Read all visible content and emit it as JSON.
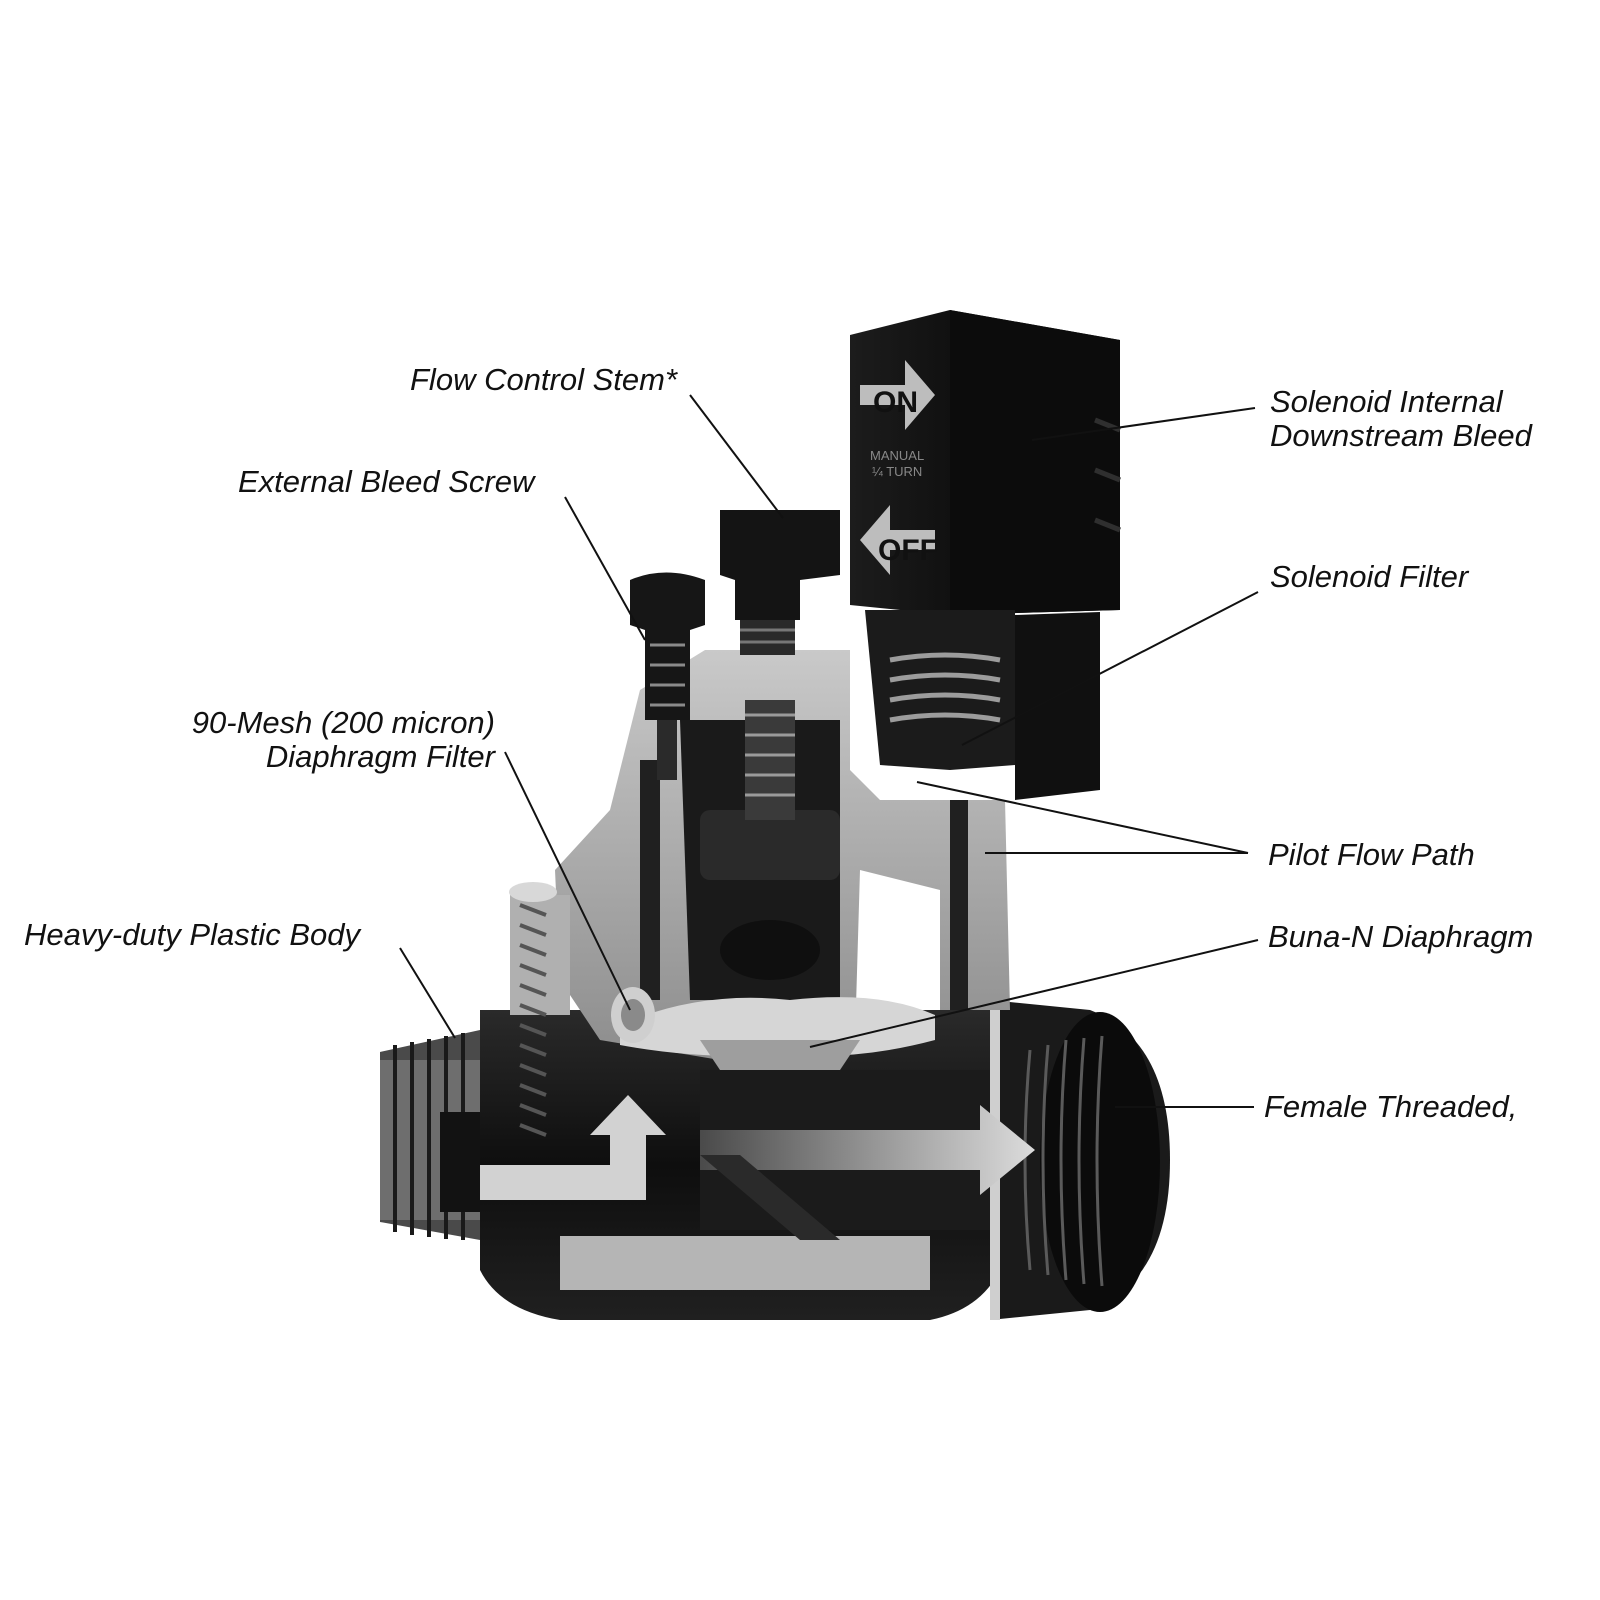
{
  "diagram": {
    "colors": {
      "body_dark": "#141414",
      "body_mid": "#3c3c3c",
      "body_light": "#8a8a8a",
      "cutaway": "#b8b8b8",
      "highlight": "#e6e6e6",
      "leader": "#111111",
      "text": "#111111"
    },
    "solenoid": {
      "on_text": "ON",
      "off_text": "OFF",
      "manual_text": [
        "MANUAL",
        "¼ TURN"
      ]
    },
    "labels": {
      "flow_control_stem": "Flow Control Stem*",
      "external_bleed_screw": "External Bleed Screw",
      "mesh_filter_line1": "90-Mesh (200 micron)",
      "mesh_filter_line2": "Diaphragm Filter",
      "plastic_body": "Heavy-duty Plastic Body",
      "solenoid_bleed_line1": "Solenoid Internal",
      "solenoid_bleed_line2": "Downstream Bleed",
      "solenoid_filter": "Solenoid Filter",
      "pilot_flow_path": "Pilot Flow Path",
      "diaphragm": "Buna-N Diaphragm",
      "female_threaded": "Female Threaded,"
    }
  }
}
